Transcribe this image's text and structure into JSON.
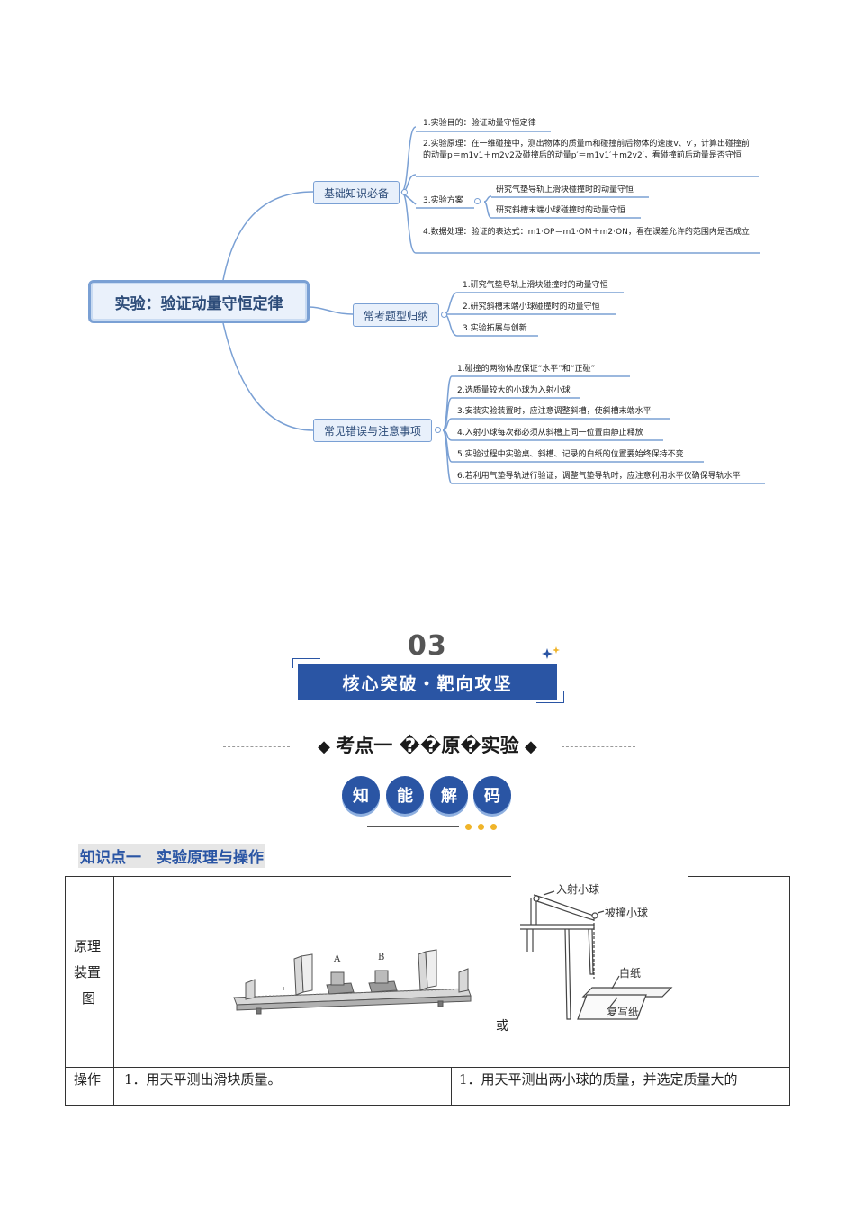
{
  "mindmap": {
    "root": "实验：验证动量守恒定律",
    "branches": [
      {
        "label": "基础知识必备",
        "items": [
          "1.实验目的：验证动量守恒定律",
          "2.实验原理：在一维碰撞中，测出物体的质量m和碰撞前后物体的速度v、v′，计算出碰撞前的动量p＝m1v1＋m2v2及碰撞后的动量p′＝m1v1′＋m2v2′，看碰撞前后动量是否守恒",
          "3.实验方案",
          "4.数据处理：验证的表达式：m1·OP＝m1·OM＋m2·ON，看在误差允许的范围内是否成立"
        ],
        "sub_items": [
          "研究气垫导轨上滑块碰撞时的动量守恒",
          "研究斜槽末端小球碰撞时的动量守恒"
        ]
      },
      {
        "label": "常考题型归纳",
        "items": [
          "1.研究气垫导轨上滑块碰撞时的动量守恒",
          "2.研究斜槽末端小球碰撞时的动量守恒",
          "3.实验拓展与创新"
        ]
      },
      {
        "label": "常见错误与注意事项",
        "items": [
          "1.碰撞的两物体应保证“水平”和“正碰”",
          "2.选质量较大的小球为入射小球",
          "3.安装实验装置时，应注意调整斜槽，使斜槽末端水平",
          "4.入射小球每次都必须从斜槽上同一位置由静止释放",
          "5.实验过程中实验桌、斜槽、记录的白纸的位置要始终保持不变",
          "6.若利用气垫导轨进行验证，调整气垫导轨时，应注意利用水平仪确保导轨水平"
        ]
      }
    ]
  },
  "section": {
    "number": "03",
    "banner": "核心突破・靶向攻坚",
    "kaodian": "考点一 ��原�实验",
    "badges": [
      "知",
      "能",
      "解",
      "码"
    ]
  },
  "knowledge_title": "知识点一　实验原理与操作",
  "table": {
    "row1_label": "原理\n装置\n图",
    "row1_label_lines": [
      "原理",
      "装置",
      "图"
    ],
    "apparatus_labels": {
      "slider_a": "A",
      "slider_b": "B",
      "or": "或",
      "incident_ball": "入射小球",
      "target_ball": "被撞小球",
      "white_paper": "白纸",
      "carbon_paper": "复写纸"
    },
    "row2_label": "操作",
    "row2_left": "1．用天平测出滑块质量。",
    "row2_right": "1．用天平测出两小球的质量，并选定质量大的"
  },
  "colors": {
    "accent_blue": "#2a55a4",
    "mindmap_line": "#7aa0d4",
    "dot_yellow": "#f0b429"
  }
}
